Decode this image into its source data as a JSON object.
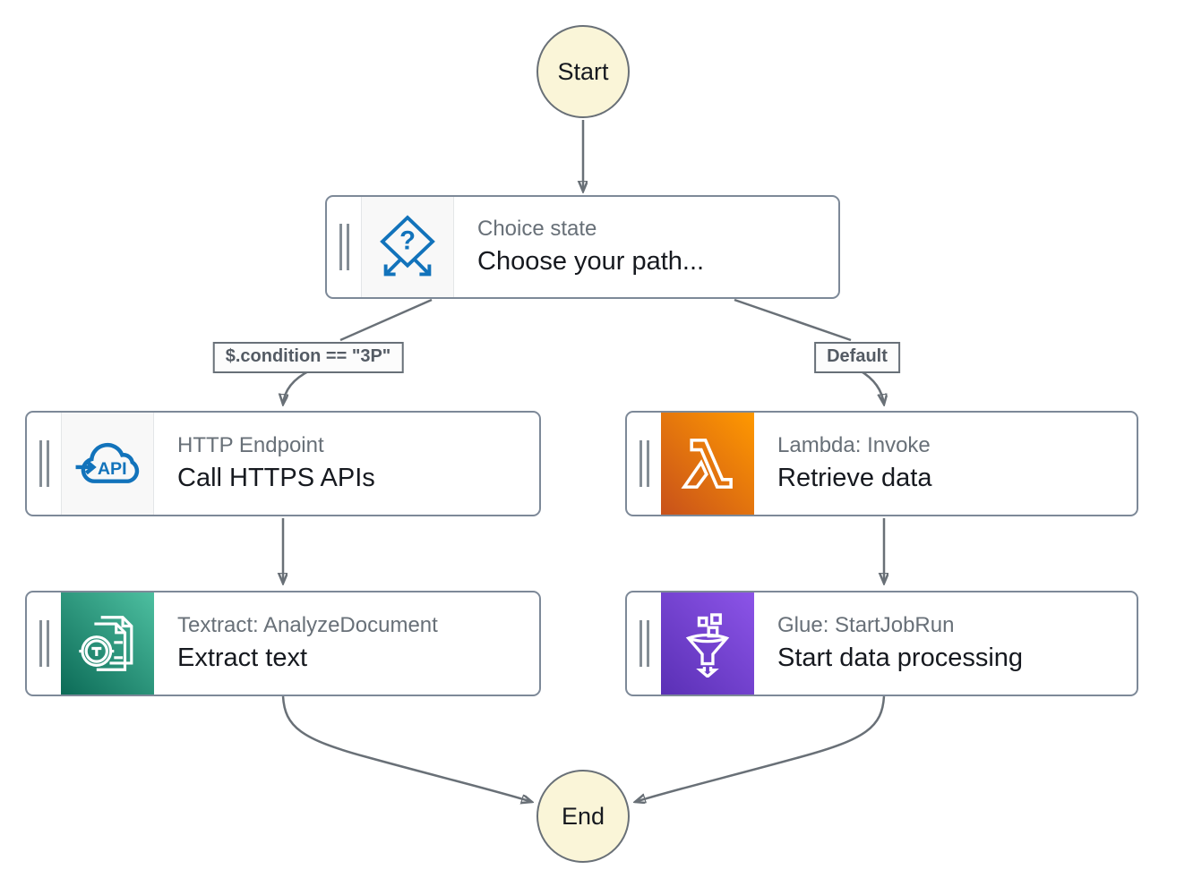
{
  "diagram": {
    "start_label": "Start",
    "end_label": "End"
  },
  "nodes": {
    "choice": {
      "type": "Choice state",
      "label": "Choose your path...",
      "icon": "choice-branch-icon"
    },
    "http": {
      "type": "HTTP Endpoint",
      "label": "Call HTTPS APIs",
      "icon": "api-cloud-icon"
    },
    "lambda": {
      "type": "Lambda: Invoke",
      "label": "Retrieve data",
      "icon": "lambda-icon"
    },
    "textract": {
      "type": "Textract: AnalyzeDocument",
      "label": "Extract text",
      "icon": "textract-document-icon"
    },
    "glue": {
      "type": "Glue: StartJobRun",
      "label": "Start data processing",
      "icon": "glue-funnel-icon"
    }
  },
  "edge_labels": {
    "condition": "$.condition == \"3P\"",
    "default": "Default"
  },
  "icons": {
    "choice_glyph": "?",
    "api_label": "API"
  },
  "colors": {
    "edge": "#697077",
    "node_border": "#7d8998",
    "circle_fill": "#faf5d8",
    "title_text": "#687078",
    "main_text": "#16191f",
    "blue": "#1273bb",
    "icon_bg": "#f8f8f8",
    "label_text": "#545b64",
    "lambda_a": "#c8511b",
    "lambda_b": "#ff9900",
    "textract_a": "#0c6b57",
    "textract_b": "#4dbfa0",
    "glue_a": "#5a30b5",
    "glue_b": "#8c54e8"
  }
}
